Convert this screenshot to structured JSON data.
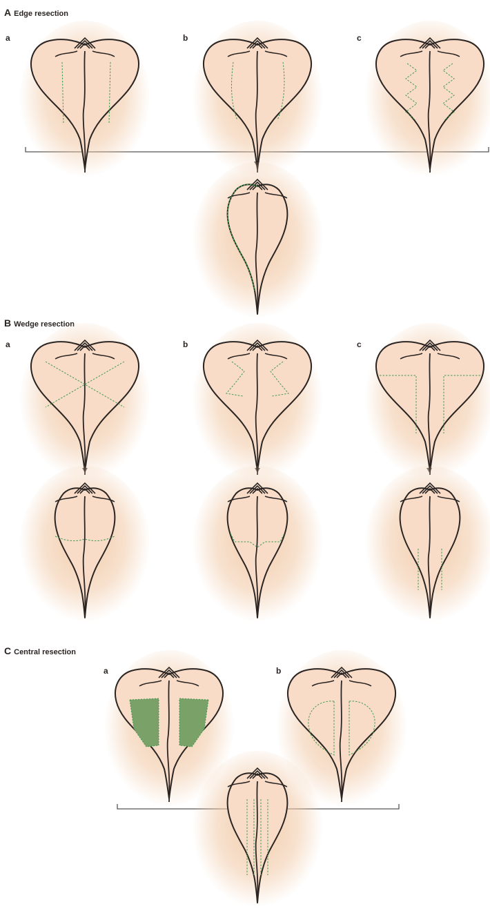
{
  "sections": {
    "A": {
      "letter": "A",
      "title": "Edge resection"
    },
    "B": {
      "letter": "B",
      "title": "Wedge resection"
    },
    "C": {
      "letter": "C",
      "title": "Central resection"
    }
  },
  "sublabels": {
    "a": "a",
    "b": "b",
    "c": "c"
  },
  "colors": {
    "glow": "#f1c9a6",
    "leaflet_fill": "#f9dcc8",
    "outline": "#2a2422",
    "suture": "#3d9a50",
    "shaded": "#7aa167",
    "connector": "#555555"
  }
}
